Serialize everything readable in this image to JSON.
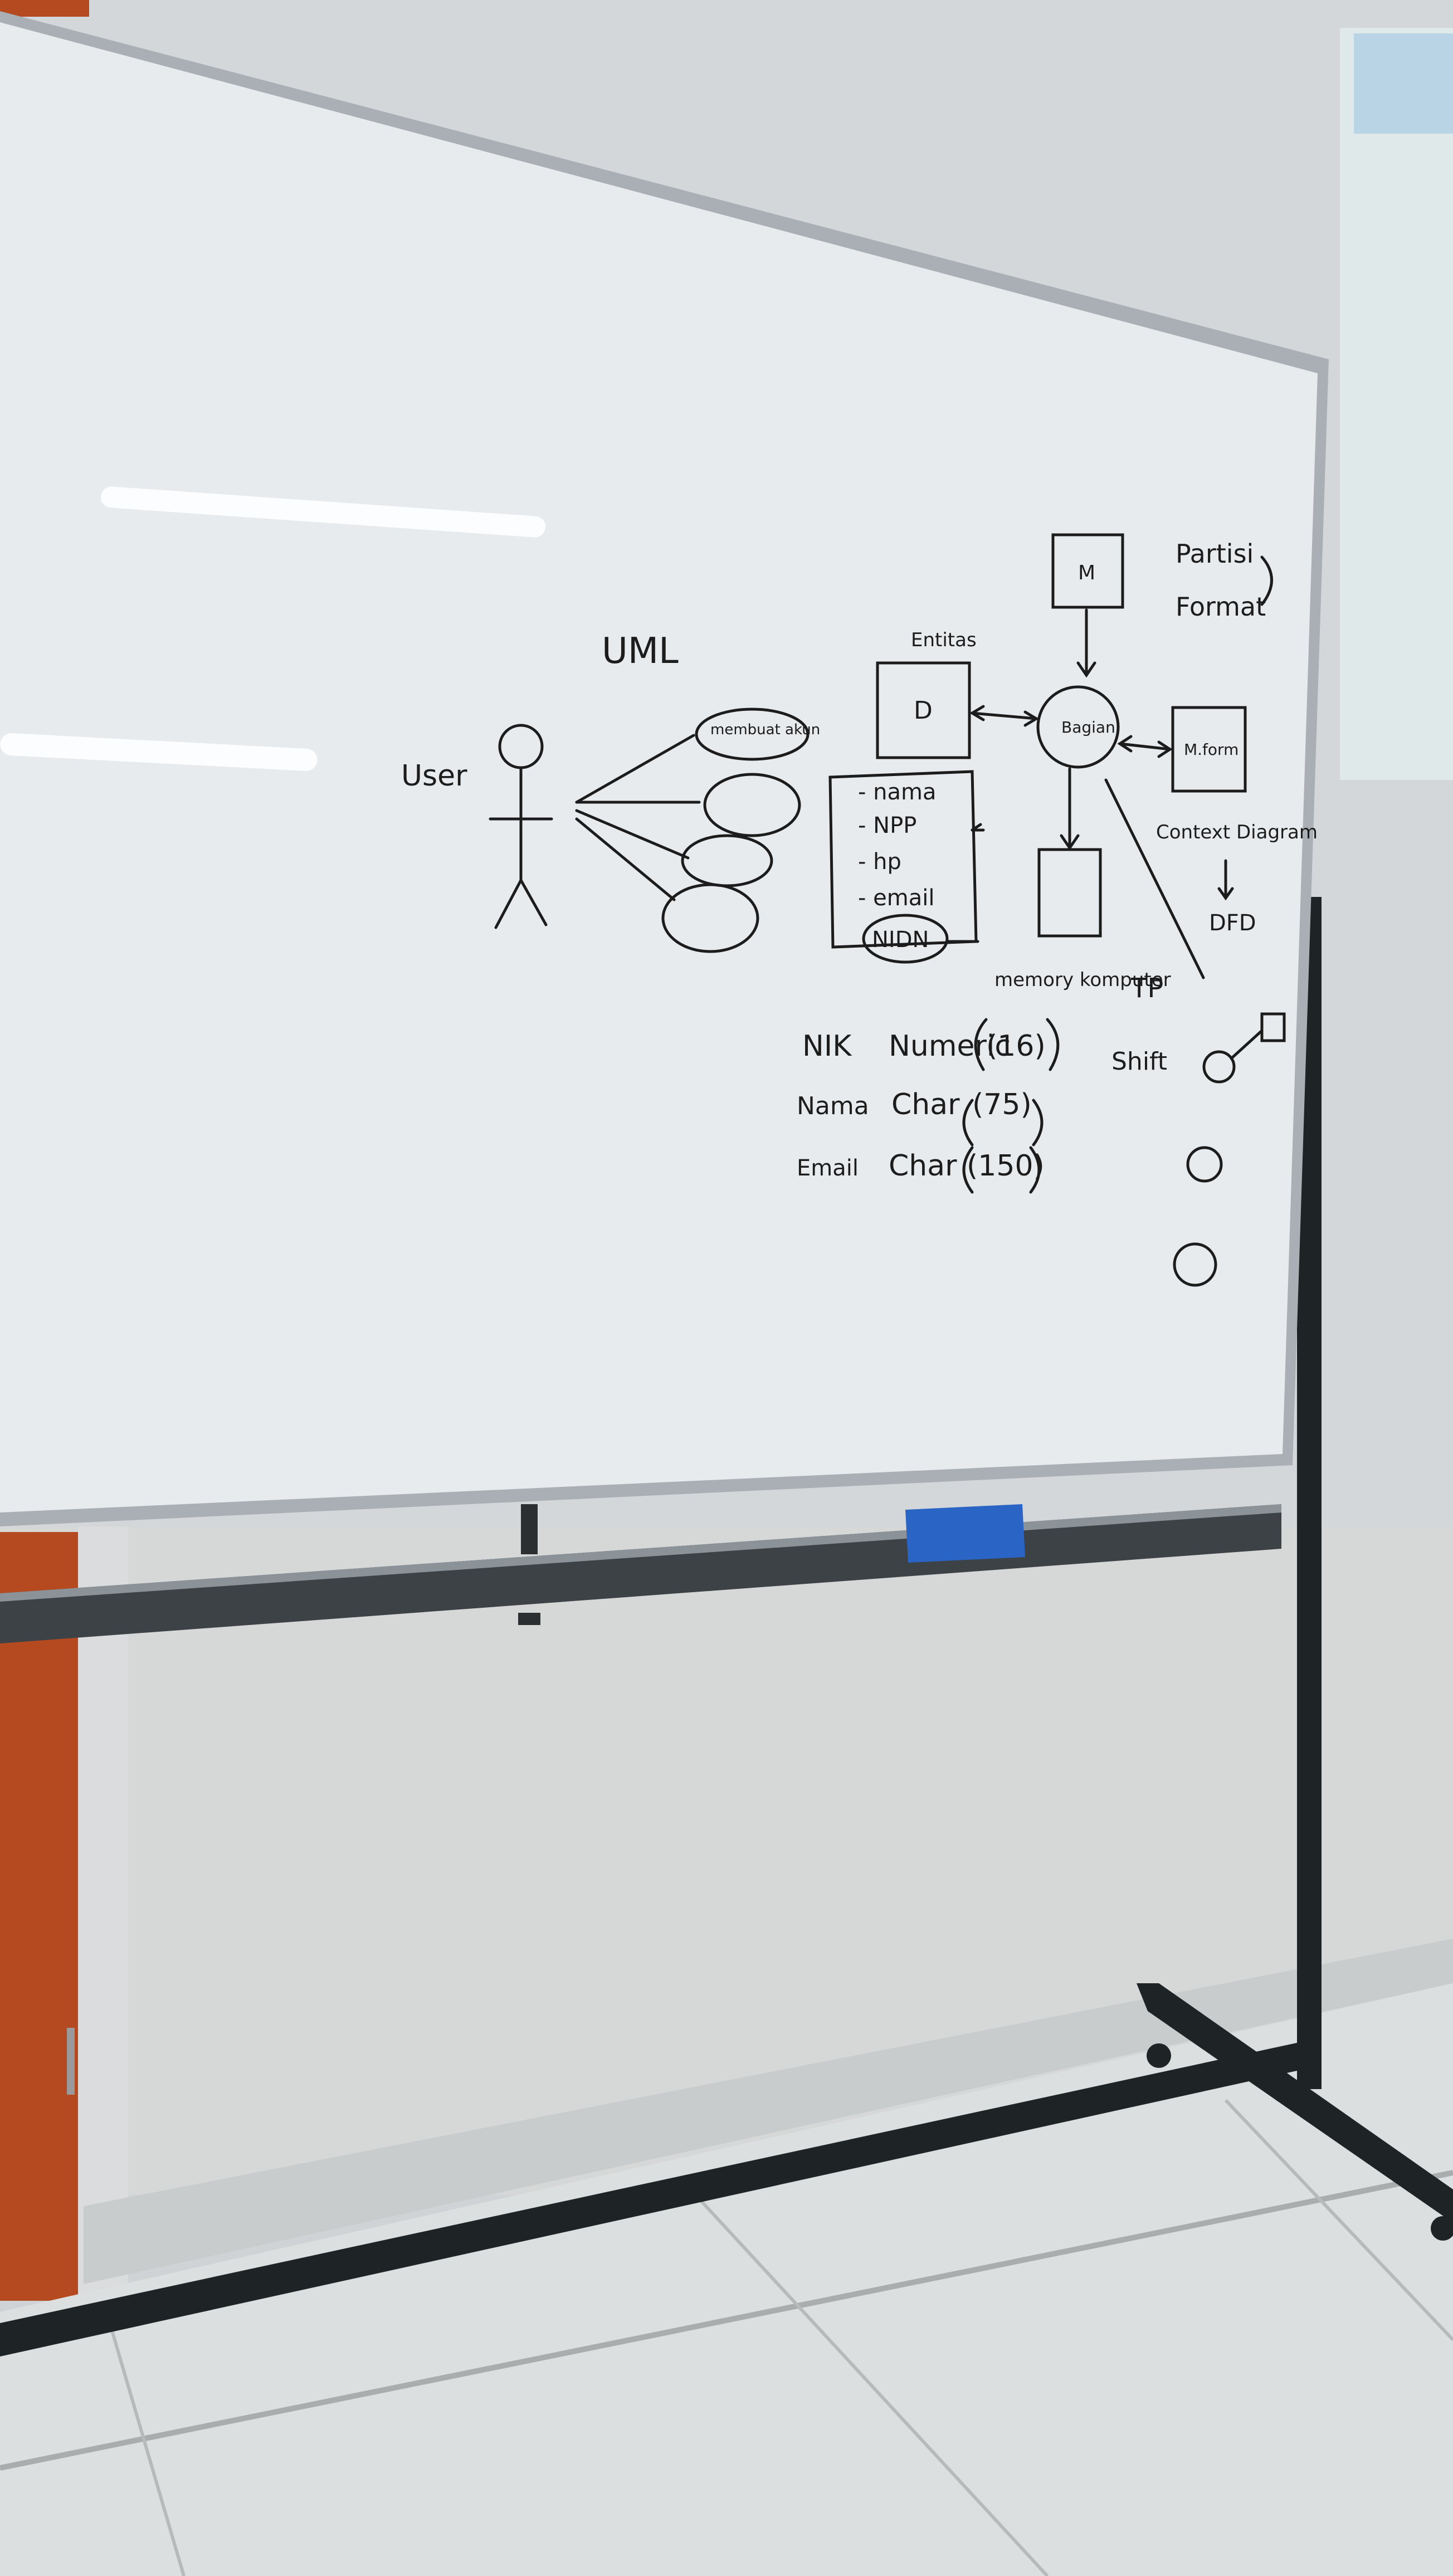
{
  "scene": {
    "colors": {
      "wall": "#d3d6d8",
      "board": "#e9ecee",
      "frame": "#a9afb4",
      "door": "#b5491f",
      "stand": "#1e2326",
      "eraser": "#2a64c4",
      "floor": "#d9dcdc",
      "ink": "#1c1c1c"
    }
  },
  "whiteboard": {
    "uml_title": "UML",
    "actor_label": "User",
    "usecase_first": "membuat akun",
    "entitas_label": "Entitas",
    "entity_box": "D",
    "process_label": "Bagian",
    "m_box_top": "M",
    "m_box_right": "M.form",
    "partisi": "Partisi",
    "format": "Format",
    "context_diagram": "Context Diagram",
    "dfd": "DFD",
    "memory": "memory komputer",
    "tp": "TP",
    "attributes": [
      "- nama",
      "- NPP",
      "- hp",
      "- email",
      "NIDN"
    ],
    "fields": [
      {
        "name": "NIK",
        "type": "Numeric",
        "size": "(16)"
      },
      {
        "name": "Nama",
        "type": "Char",
        "size": "(75)"
      },
      {
        "name": "Email",
        "type": "Char",
        "size": "(150)"
      }
    ],
    "side_note": "Shift"
  }
}
